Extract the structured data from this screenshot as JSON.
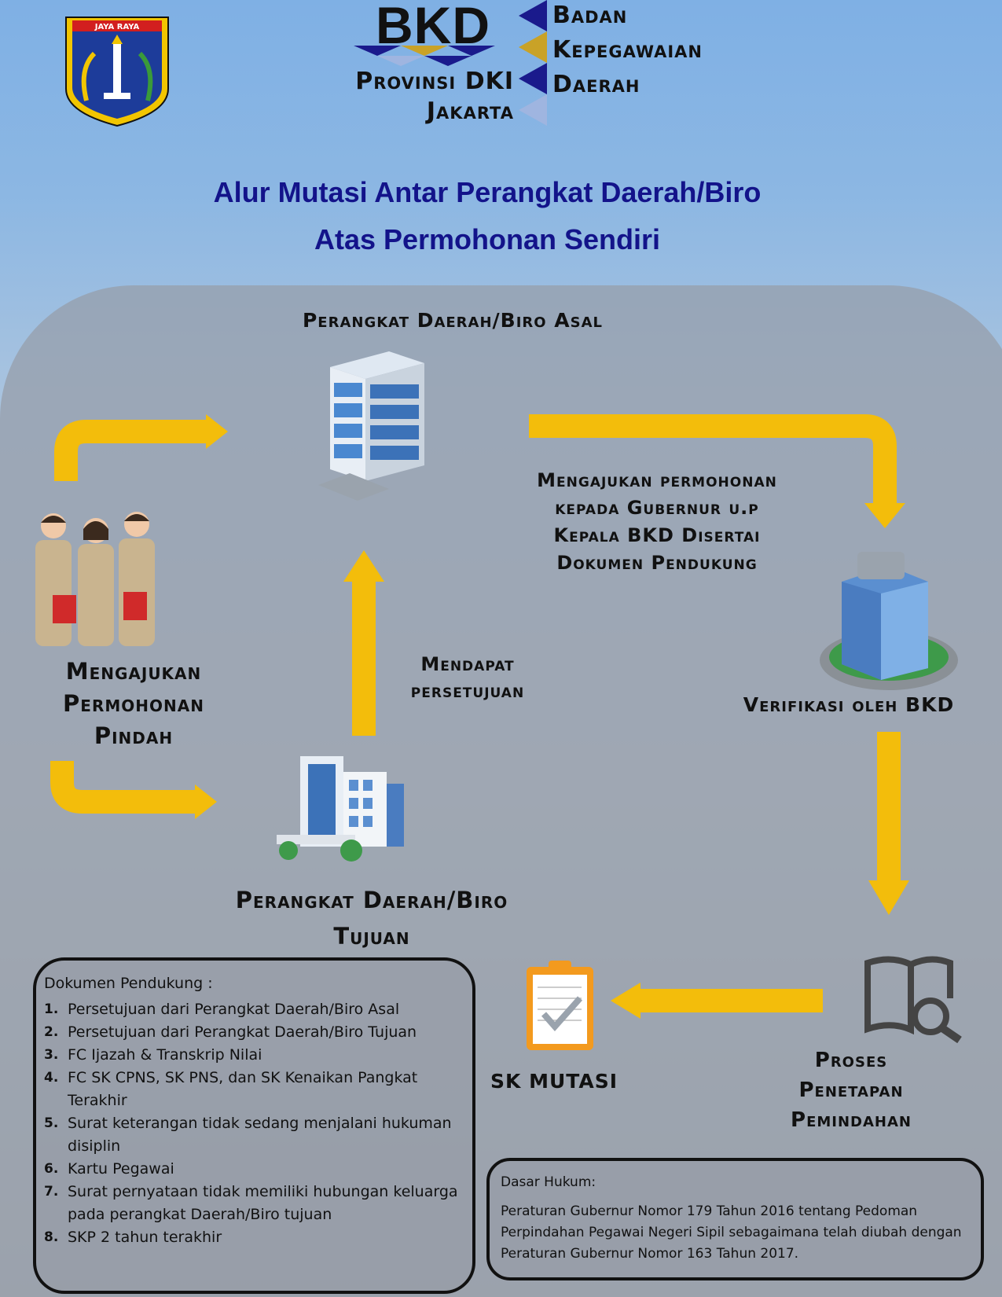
{
  "header": {
    "emblem_text": "JAYA RAYA",
    "bkd_short": "BKD",
    "province_line1": "Provinsi DKI",
    "province_line2": "Jakarta",
    "agency_line1": "Badan",
    "agency_line2": "Kepegawaian",
    "agency_line3": "Daerah"
  },
  "title": {
    "line1": "Alur Mutasi Antar Perangkat Daerah/Biro",
    "line2": "Atas Permohonan Sendiri"
  },
  "flow": {
    "origin_label": "Perangkat Daerah/Biro Asal",
    "submit_request": [
      "Mengajukan permohonan",
      "kepada Gubernur u.p",
      "Kepala BKD Disertai",
      "Dokumen Pendukung"
    ],
    "get_approval": [
      "Mendapat",
      "persetujuan"
    ],
    "apply_transfer": [
      "Mengajukan",
      "Permohonan",
      "Pindah"
    ],
    "verification": "Verifikasi oleh BKD",
    "destination_label": [
      "Perangkat Daerah/Biro",
      "Tujuan"
    ],
    "sk_mutasi": "SK MUTASI",
    "process": [
      "Proses",
      "Penetapan",
      "Pemindahan"
    ]
  },
  "documents": {
    "title": "Dokumen Pendukung :",
    "items": [
      {
        "n": "1.",
        "text": "Persetujuan dari Perangkat Daerah/Biro Asal"
      },
      {
        "n": "2.",
        "text": "Persetujuan dari Perangkat Daerah/Biro Tujuan"
      },
      {
        "n": "3.",
        "text": "FC Ijazah & Transkrip Nilai"
      },
      {
        "n": "4.",
        "text": "FC SK CPNS, SK PNS, dan SK Kenaikan Pangkat Terakhir"
      },
      {
        "n": "5.",
        "text": "Surat keterangan tidak sedang menjalani hukuman disiplin"
      },
      {
        "n": "6.",
        "text": "Kartu Pegawai"
      },
      {
        "n": "7.",
        "text": "Surat pernyataan tidak memiliki hubungan keluarga pada perangkat Daerah/Biro tujuan"
      },
      {
        "n": "8.",
        "text": "SKP 2  tahun terakhir"
      }
    ]
  },
  "legal": {
    "title": "Dasar Hukum:",
    "text": "Peraturan Gubernur Nomor 179 Tahun 2016 tentang Pedoman Perpindahan Pegawai Negeri Sipil sebagaimana telah diubah dengan Peraturan Gubernur Nomor 163 Tahun 2017."
  },
  "colors": {
    "arrow": "#f3bd0b",
    "title": "#13138a"
  }
}
